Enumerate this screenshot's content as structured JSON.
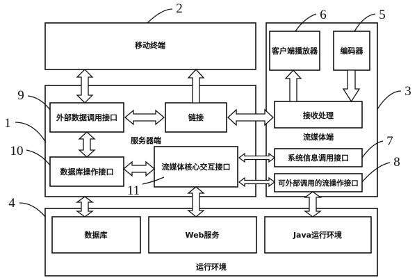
{
  "labels": {
    "mobile_terminal": "移动终端",
    "server": "服务器端",
    "external_data_api": "外部数据调用接口",
    "link": "链接",
    "db_operation_api": "数据库操作接口",
    "media_core_api": "流媒体核心交互接口",
    "streaming_end": "流媒体端",
    "client_player": "客户端播放器",
    "codec": "编码器",
    "receive_process": "接收处理",
    "sys_info_api": "系统信息调用接口",
    "external_stream_api": "可外部调用的流操作接口",
    "runtime": "运行环境",
    "database": "数据库",
    "web_service": "Web服务",
    "java_runtime": "Java运行环境"
  },
  "refs": {
    "r1": "1",
    "r2": "2",
    "r3": "3",
    "r4": "4",
    "r5": "5",
    "r6": "6",
    "r7": "7",
    "r8": "8",
    "r9": "9",
    "r10": "10",
    "r11": "11"
  }
}
